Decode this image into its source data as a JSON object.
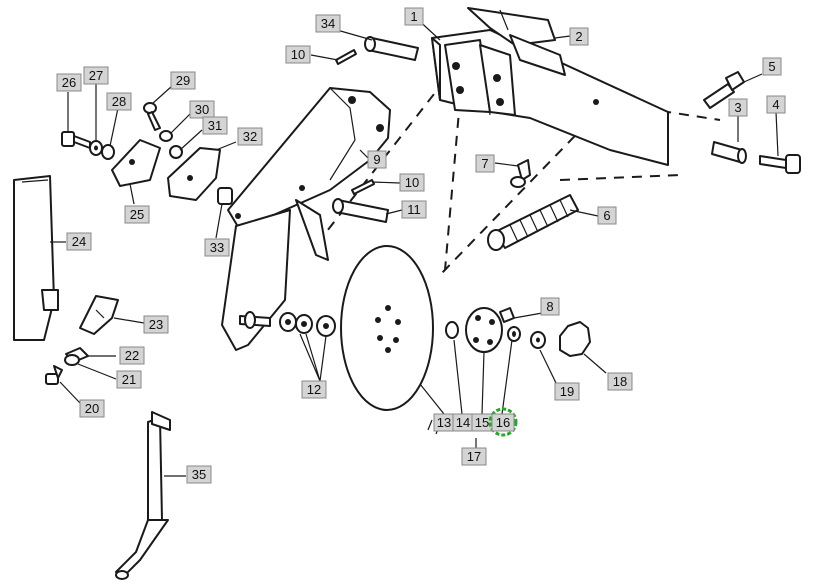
{
  "diagram": {
    "highlight_color": "#22aa22",
    "highlighted_part": "16",
    "callouts": [
      {
        "id": "c1",
        "label": "1"
      },
      {
        "id": "c2",
        "label": "2"
      },
      {
        "id": "c3",
        "label": "3"
      },
      {
        "id": "c4",
        "label": "4"
      },
      {
        "id": "c5",
        "label": "5"
      },
      {
        "id": "c6",
        "label": "6"
      },
      {
        "id": "c7",
        "label": "7"
      },
      {
        "id": "c8",
        "label": "8"
      },
      {
        "id": "c9",
        "label": "9"
      },
      {
        "id": "c10a",
        "label": "10"
      },
      {
        "id": "c10b",
        "label": "10"
      },
      {
        "id": "c11",
        "label": "11"
      },
      {
        "id": "c12",
        "label": "12"
      },
      {
        "id": "c13",
        "label": "13"
      },
      {
        "id": "c14",
        "label": "14"
      },
      {
        "id": "c15",
        "label": "15"
      },
      {
        "id": "c16",
        "label": "16"
      },
      {
        "id": "c17",
        "label": "17"
      },
      {
        "id": "c18",
        "label": "18"
      },
      {
        "id": "c19",
        "label": "19"
      },
      {
        "id": "c20",
        "label": "20"
      },
      {
        "id": "c21",
        "label": "21"
      },
      {
        "id": "c22",
        "label": "22"
      },
      {
        "id": "c23",
        "label": "23"
      },
      {
        "id": "c24",
        "label": "24"
      },
      {
        "id": "c25",
        "label": "25"
      },
      {
        "id": "c26",
        "label": "26"
      },
      {
        "id": "c27",
        "label": "27"
      },
      {
        "id": "c28",
        "label": "28"
      },
      {
        "id": "c29",
        "label": "29"
      },
      {
        "id": "c30",
        "label": "30"
      },
      {
        "id": "c31",
        "label": "31"
      },
      {
        "id": "c32",
        "label": "32"
      },
      {
        "id": "c33",
        "label": "33"
      },
      {
        "id": "c34",
        "label": "34"
      },
      {
        "id": "c35",
        "label": "35"
      }
    ]
  }
}
